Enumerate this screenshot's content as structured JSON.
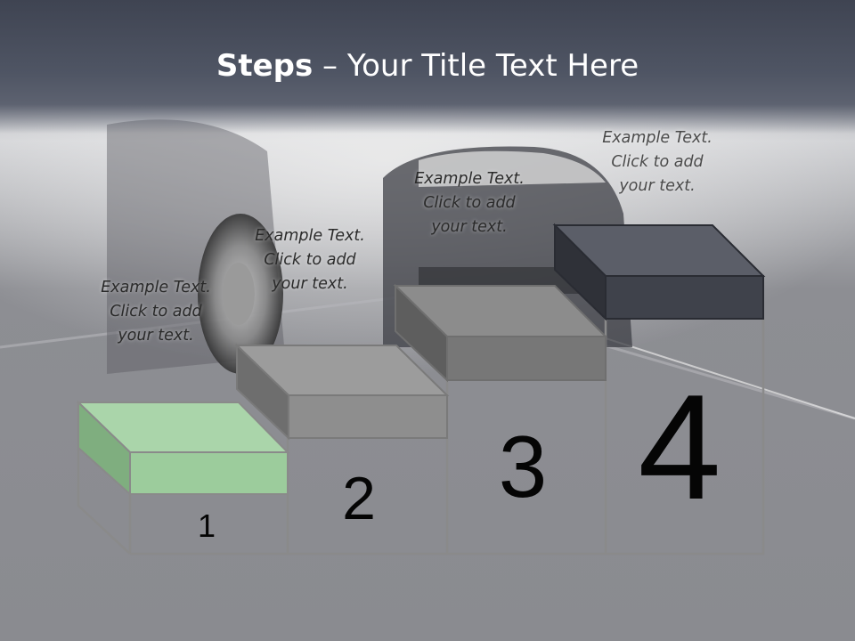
{
  "slide": {
    "title_bold": "Steps",
    "title_rest": " – Your Title Text Here"
  },
  "steps": [
    {
      "number": "1",
      "caption": [
        "Example Text.",
        "Click  to add",
        "your text."
      ],
      "color": "#a8d4a8"
    },
    {
      "number": "2",
      "caption": [
        "Example Text.",
        "Click  to add",
        "your text."
      ],
      "color": "#9a9a9a"
    },
    {
      "number": "3",
      "caption": [
        "Example Text.",
        "Click  to add",
        "your text."
      ],
      "color": "#8a8a8a"
    },
    {
      "number": "4",
      "caption": [
        "Example Text.",
        "Click  to add",
        "your text."
      ],
      "color": "#4f525c"
    }
  ]
}
